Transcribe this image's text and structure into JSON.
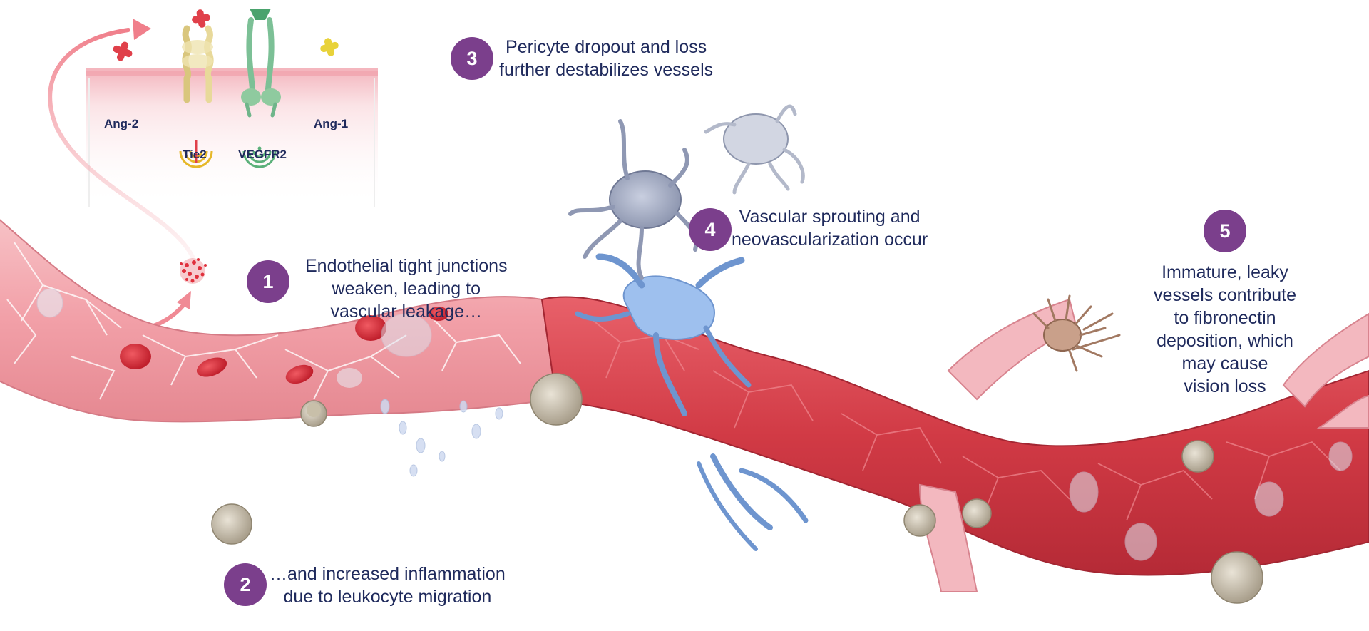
{
  "receptor_panel": {
    "ang2_label": "Ang-2",
    "tie2_label": "Tie2",
    "vegfr2_label": "VEGFR2",
    "ang1_label": "Ang-1"
  },
  "steps": [
    {
      "number": "1",
      "lines": [
        "Endothelial tight junctions",
        "weaken, leading to",
        "vascular leakage…"
      ]
    },
    {
      "number": "2",
      "lines": [
        "…and increased inflammation",
        "due to leukocyte migration"
      ]
    },
    {
      "number": "3",
      "lines": [
        "Pericyte dropout and loss",
        "further destabilizes vessels"
      ]
    },
    {
      "number": "4",
      "lines": [
        "Vascular sprouting and",
        "neovascularization occur"
      ]
    },
    {
      "number": "5",
      "lines": [
        "Immature, leaky",
        "vessels contribute",
        "to fibronectin",
        "deposition, which",
        "may cause",
        "vision loss"
      ]
    }
  ],
  "colors": {
    "badge": "#7b3f8c",
    "caption_text": "#1f2a5c",
    "vessel_pink": "#f2a7ae",
    "vessel_red": "#d9434c",
    "pericyte_blue": "#8fb3e6",
    "membrane_pink": "#f6c9cf",
    "ang2_red": "#e0404a",
    "ang1_yellow": "#e8d23a",
    "tie2_yellow": "#e6d79a",
    "vegfr2_green": "#6fb58a"
  }
}
